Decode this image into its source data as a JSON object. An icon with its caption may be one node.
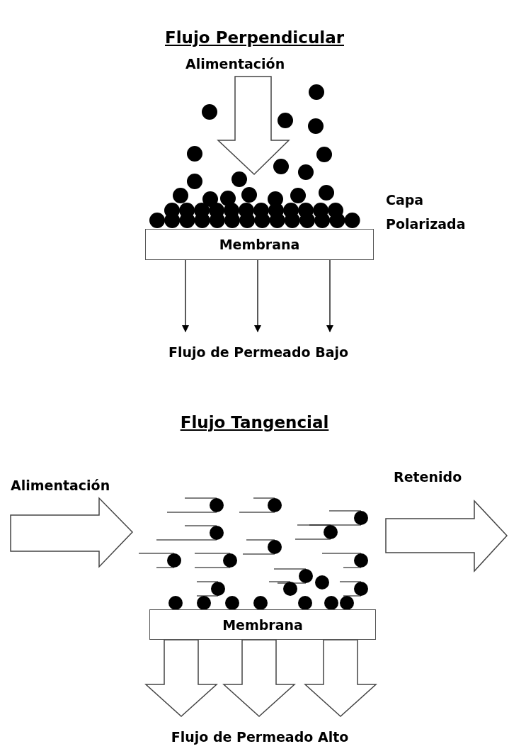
{
  "diagram": {
    "nodes": [
      {
        "text": [
          "Membrana"
        ]
      },
      {
        "text": [
          "Flujo de Permeado Bajo"
        ]
      },
      {
        "text": [
          "Membrana"
        ]
      },
      {
        "text": [
          "Flujo de Permeado Alto"
        ]
      }
    ],
    "edges": [
      {
        "from": 0,
        "to": 1,
        "arrow": "to"
      },
      {
        "from": 0,
        "to": 1,
        "arrow": "to"
      },
      {
        "from": 0,
        "to": 1,
        "arrow": "to"
      },
      {
        "from": 2,
        "to": 3,
        "arrow": "to",
        "style": "thick"
      },
      {
        "from": 2,
        "to": 3,
        "arrow": "to",
        "style": "thick"
      },
      {
        "from": 2,
        "to": 3,
        "arrow": "to",
        "style": "thick"
      }
    ],
    "labels": [
      "Flujo Perpendicular",
      "Alimentación",
      "Capa Polarizada",
      "Flujo Tangencial",
      "Alimentación",
      "Retenido"
    ]
  }
}
